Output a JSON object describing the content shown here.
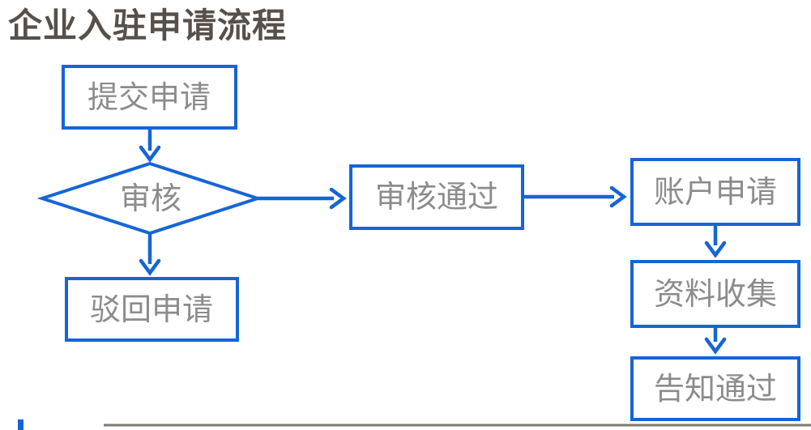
{
  "title": "企业入驻申请流程",
  "colors": {
    "accent_blue": "#1565D6",
    "node_text": "#8C8C8C",
    "title_text": "#57504A",
    "divider_gray": "#7E7970"
  },
  "flowchart": {
    "nodes": [
      {
        "id": "submit",
        "label": "提交申请",
        "type": "process"
      },
      {
        "id": "review",
        "label": "审核",
        "type": "decision"
      },
      {
        "id": "approved",
        "label": "审核通过",
        "type": "process"
      },
      {
        "id": "rejected",
        "label": "驳回申请",
        "type": "process"
      },
      {
        "id": "account",
        "label": "账户申请",
        "type": "process"
      },
      {
        "id": "collect",
        "label": "资料收集",
        "type": "process"
      },
      {
        "id": "notify",
        "label": "告知通过",
        "type": "process"
      }
    ],
    "edges": [
      {
        "from": "submit",
        "to": "review"
      },
      {
        "from": "review",
        "to": "approved"
      },
      {
        "from": "review",
        "to": "rejected"
      },
      {
        "from": "approved",
        "to": "account"
      },
      {
        "from": "account",
        "to": "collect"
      },
      {
        "from": "collect",
        "to": "notify"
      }
    ]
  }
}
